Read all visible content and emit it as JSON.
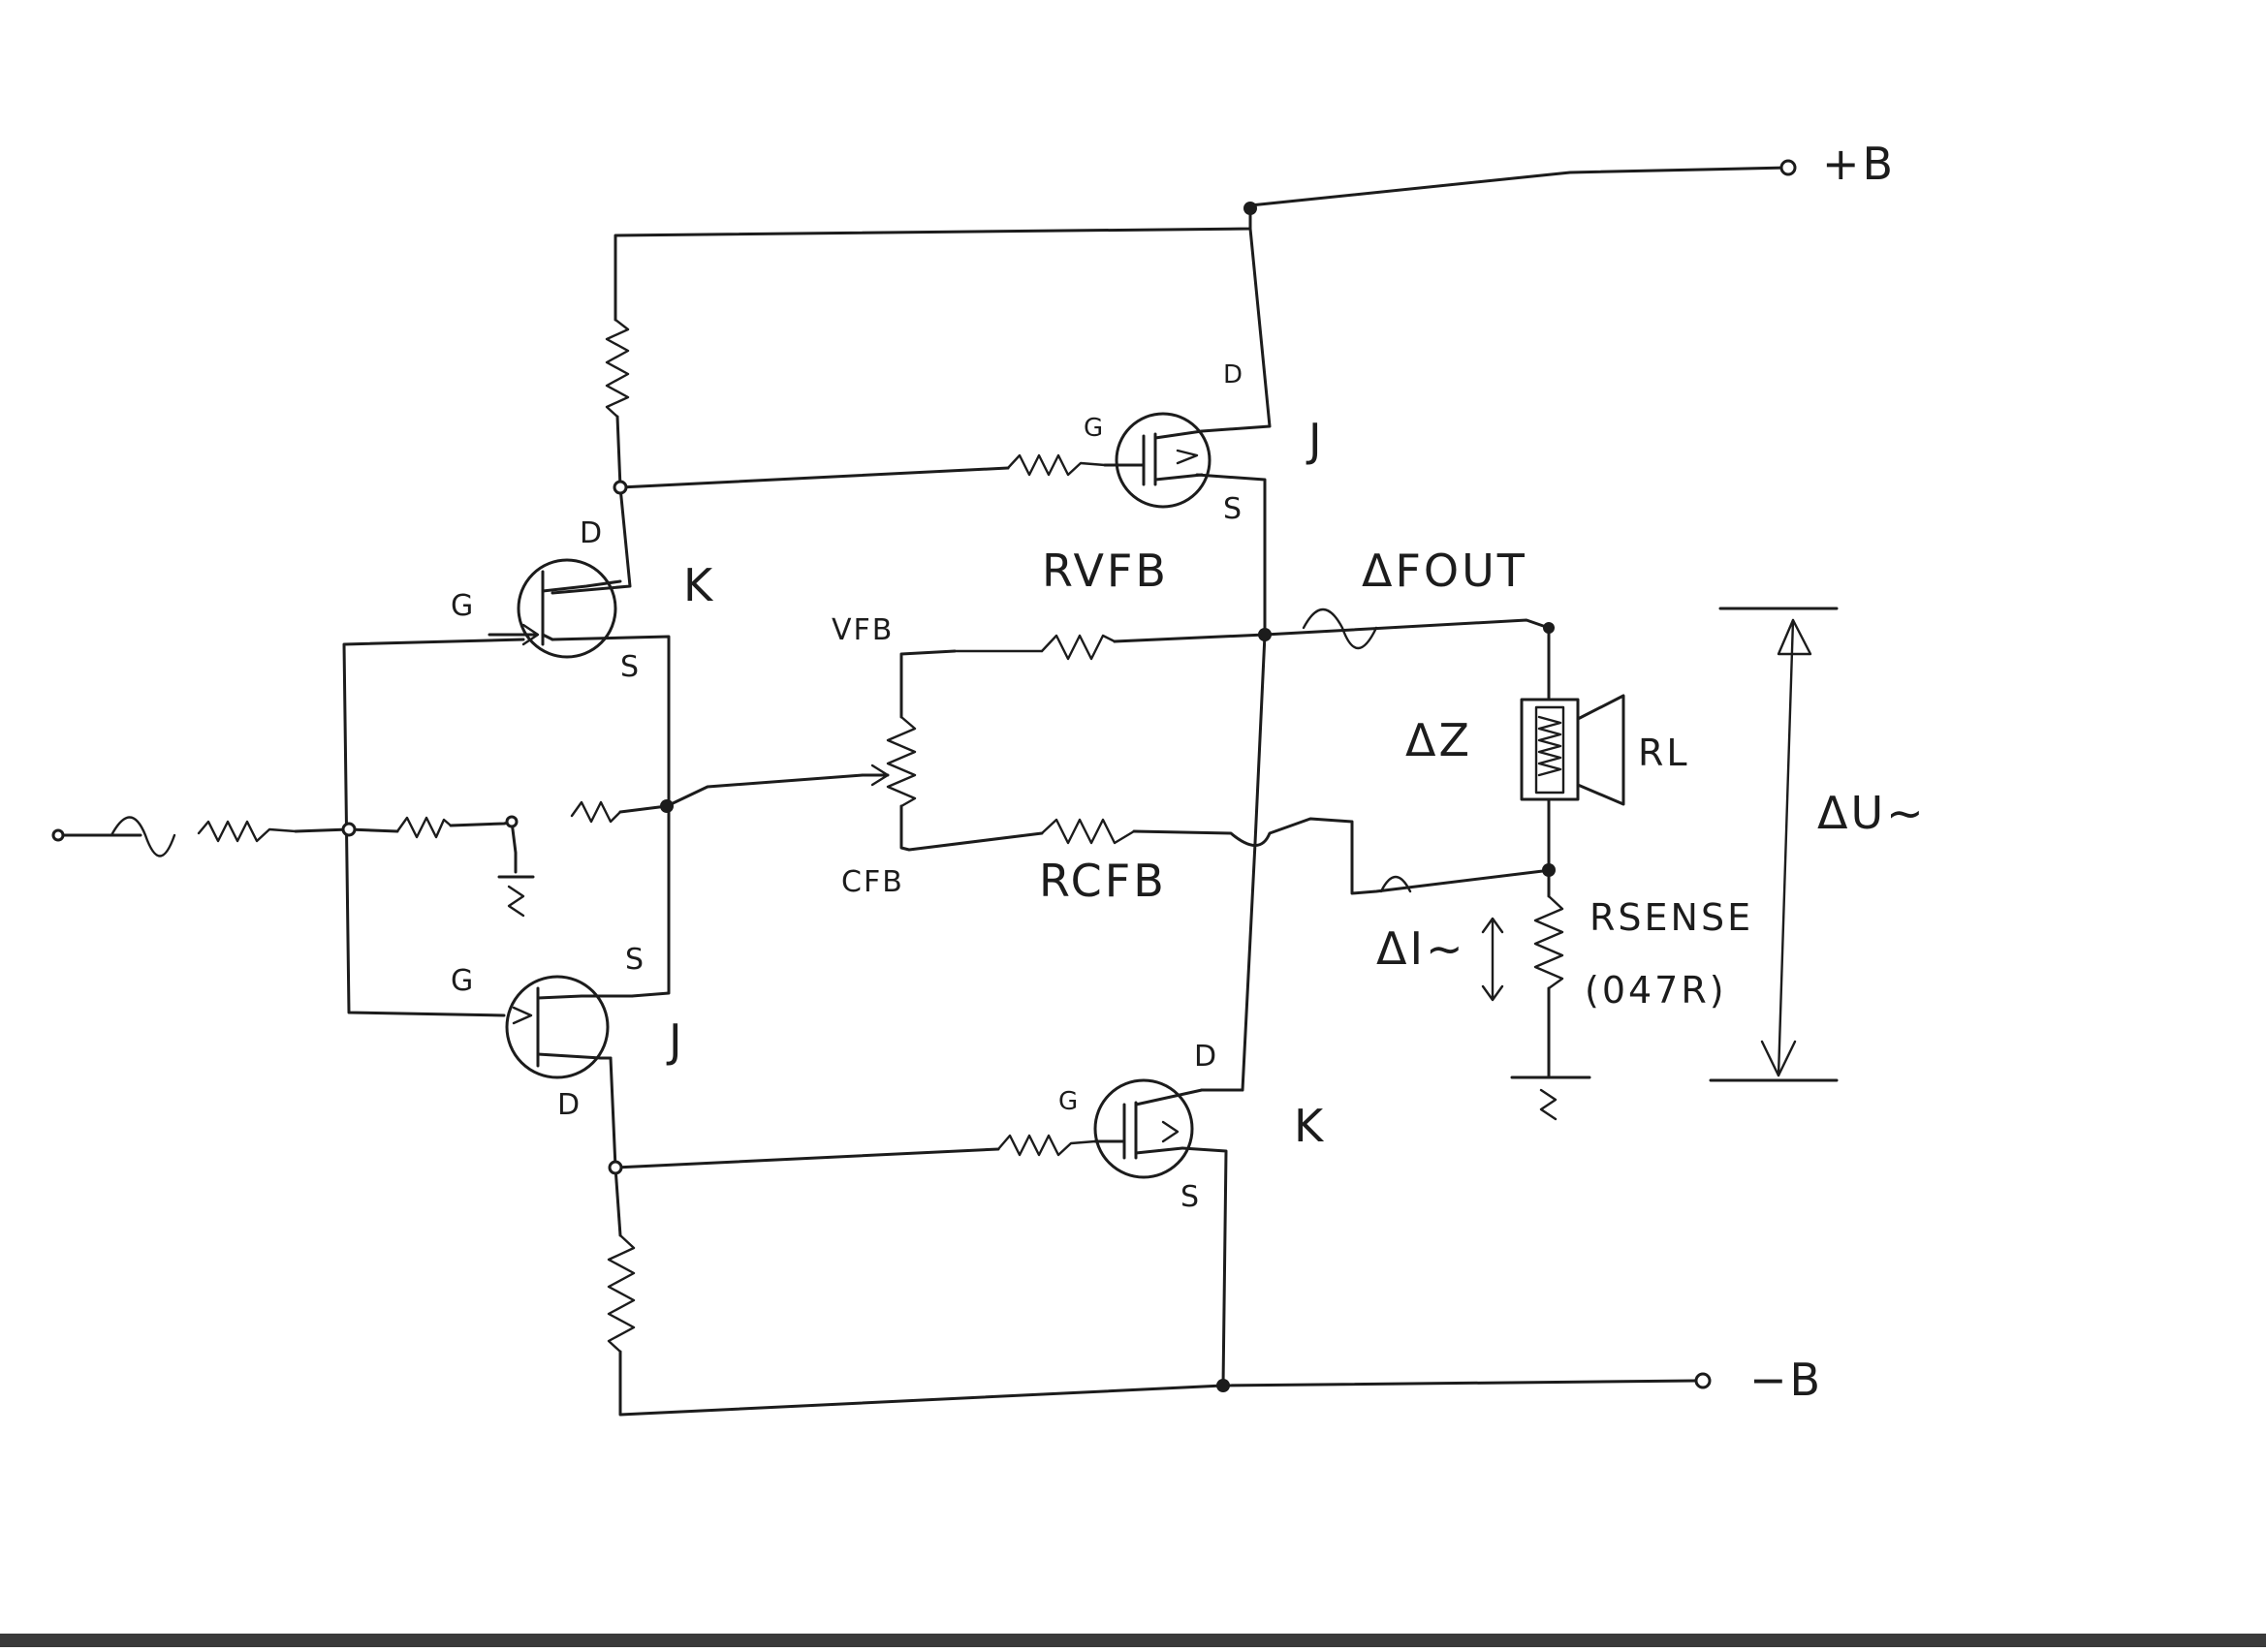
{
  "rails": {
    "pos": "+B",
    "neg": "−B"
  },
  "transistors": {
    "k_left": {
      "type": "K",
      "g": "G",
      "d": "D",
      "s": "S"
    },
    "j_right": {
      "type": "J",
      "g": "G",
      "d": "D",
      "s": "S"
    },
    "j_left": {
      "type": "J",
      "g": "G",
      "d": "D",
      "s": "S"
    },
    "k_right": {
      "type": "K",
      "g": "G",
      "d": "D",
      "s": "S"
    }
  },
  "feedback": {
    "vfb": "VFB",
    "cfb": "CFB",
    "rvfb": "RVFB",
    "rcfb": "RCFB"
  },
  "load": {
    "delta_fout": "ΔFOUT",
    "delta_z": "ΔZ",
    "rl": "RL",
    "delta_i": "ΔI~",
    "rsense": "RSENSE",
    "rsense_value": "(047R)",
    "delta_u": "ΔU~"
  }
}
